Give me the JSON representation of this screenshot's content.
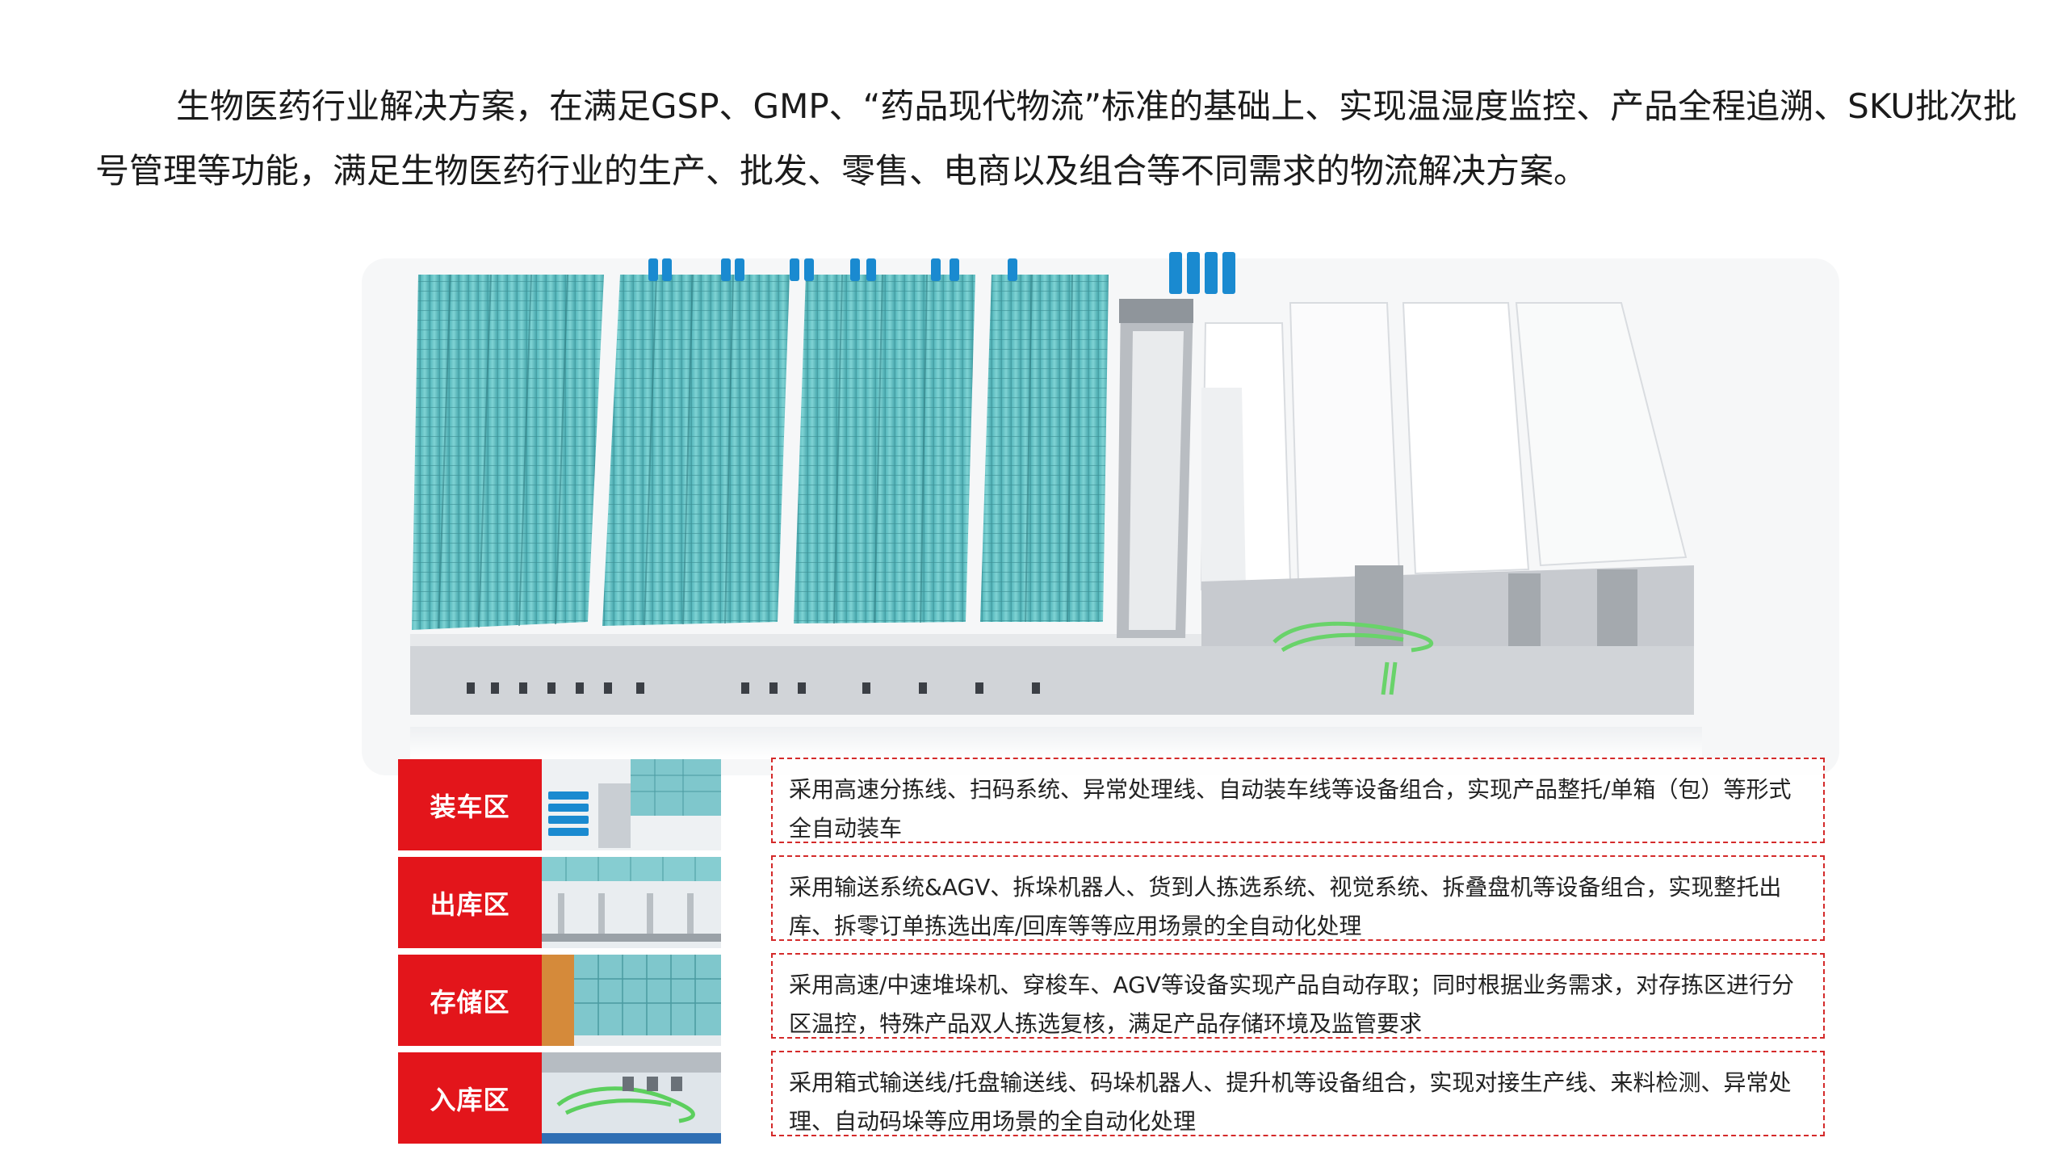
{
  "intro": {
    "text": "生物医药行业解决方案，在满足GSP、GMP、“药品现代物流”标准的基础上、实现温湿度监控、产品全程追溯、SKU批次批号管理等功能，满足生物医药行业的生产、批发、零售、电商以及组合等不同需求的物流解决方案。"
  },
  "colors": {
    "accent_red": "#e3151b",
    "rack_teal": "#5fc2c6",
    "truck_blue": "#1a8ad0",
    "building_grey": "#d6d8db"
  },
  "zones": [
    {
      "label": "装车区",
      "thumb_icon": "loading-trucks-thumbnail",
      "description": "采用高速分拣线、扫码系统、异常处理线、自动装车线等设备组合，实现产品整托/单箱（包）等形式全自动装车"
    },
    {
      "label": "出库区",
      "thumb_icon": "outbound-conveyor-thumbnail",
      "description": "采用输送系统&AGV、拆垛机器人、货到人拣选系统、视觉系统、拆叠盘机等设备组合，实现整托出库、拆零订单拣选出库/回库等等应用场景的全自动化处理"
    },
    {
      "label": "存储区",
      "thumb_icon": "storage-racks-thumbnail",
      "description": "采用高速/中速堆垛机、穿梭车、AGV等设备实现产品自动存取；同时根据业务需求，对存拣区进行分区温控，特殊产品双人拣选复核，满足产品存储环境及监管要求"
    },
    {
      "label": "入库区",
      "thumb_icon": "inbound-conveyor-thumbnail",
      "description": "采用箱式输送线/托盘输送线、码垛机器人、提升机等设备组合，实现对接生产线、来料检测、异常处理、自动码垛等应用场景的全自动化处理"
    }
  ]
}
